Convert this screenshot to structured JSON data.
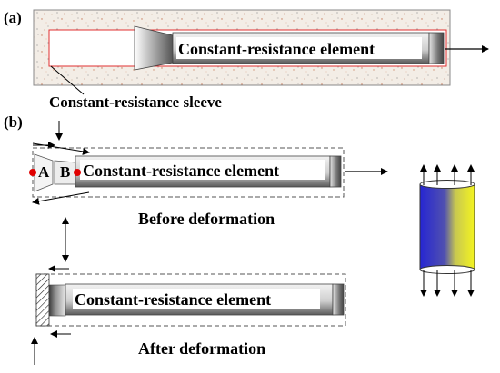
{
  "panel_a": {
    "label": "(a)",
    "element_label": "Constant-resistance element",
    "sleeve_label": "Constant-resistance sleeve"
  },
  "panel_b": {
    "label": "(b)",
    "point_a": "A",
    "point_b": "B",
    "element_label": "Constant-resistance element",
    "before_caption": "Before deformation",
    "element_label_after": "Constant-resistance element",
    "after_caption": "After deformation"
  },
  "colors": {
    "concrete_fill": "#f2ece4",
    "sleeve_outline": "#e03030",
    "point_marker": "#e00000",
    "gradient_blue": "#2a2ad0",
    "gradient_yellow": "#f0f020"
  }
}
